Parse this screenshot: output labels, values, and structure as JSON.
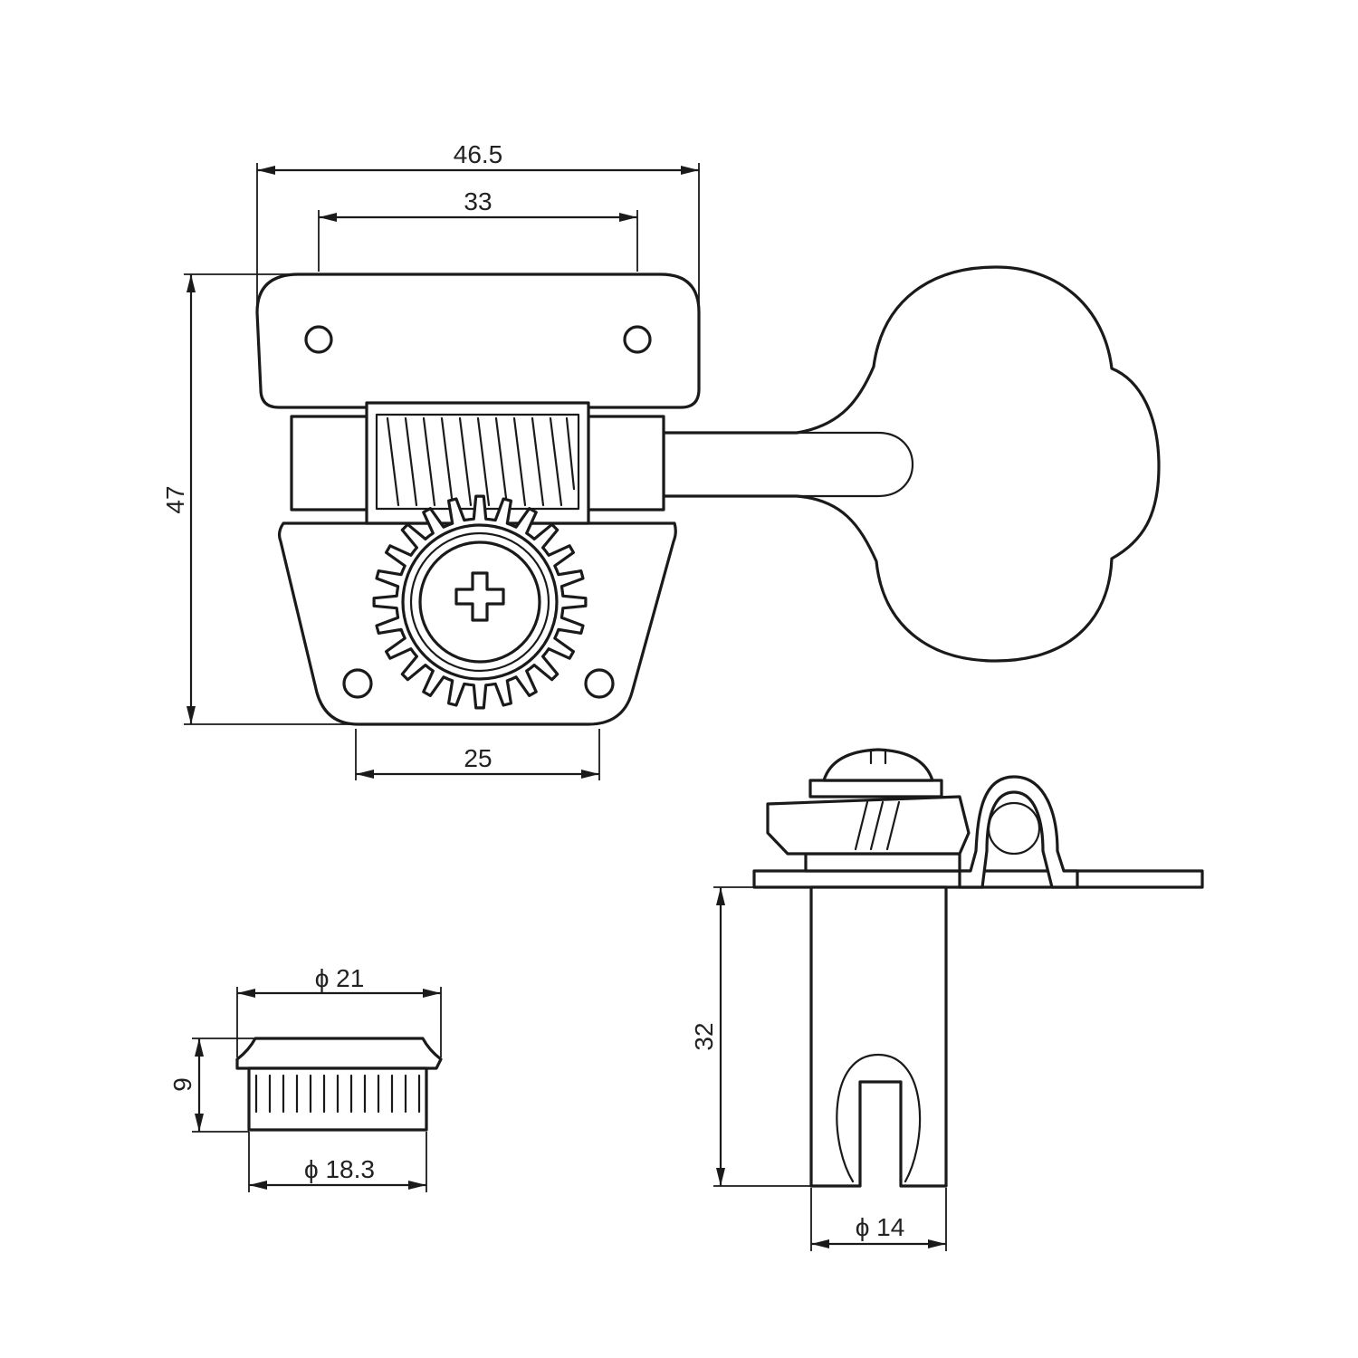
{
  "colors": {
    "line": "#1a1a1a",
    "background": "#ffffff"
  },
  "dimensions": {
    "total_width": "46.5",
    "hole_spacing_top": "33",
    "total_height": "47",
    "hole_spacing_bottom": "25",
    "post_length": "32",
    "post_diameter": "ϕ 14",
    "bushing_flange_diameter": "ϕ 21",
    "bushing_height": "9",
    "bushing_body_diameter": "ϕ 18.3"
  }
}
